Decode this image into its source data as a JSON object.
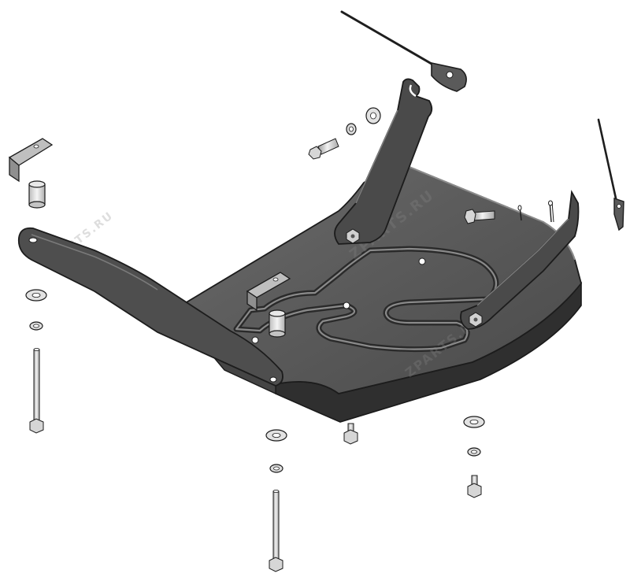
{
  "diagram": {
    "watermark": "ZPARTS.RU",
    "palette": {
      "plate_top": "#5a5a5a",
      "plate_dark": "#3e3e3e",
      "plate_light": "#8c8c8c",
      "edge": "#1c1c1c",
      "hardware": "#d9d9d9",
      "hardware_dark": "#9a9a9a",
      "background": "#ffffff"
    },
    "parts": [
      "skid-plate",
      "rear-left-mounting-arm",
      "rear-right-bracket",
      "front-right-bracket",
      "tie-rod-top",
      "tie-rod-right",
      "spacer-bushings",
      "l-brackets",
      "long-bolts",
      "short-bolts",
      "flat-washers",
      "spring-washers",
      "cotter-pins"
    ]
  }
}
